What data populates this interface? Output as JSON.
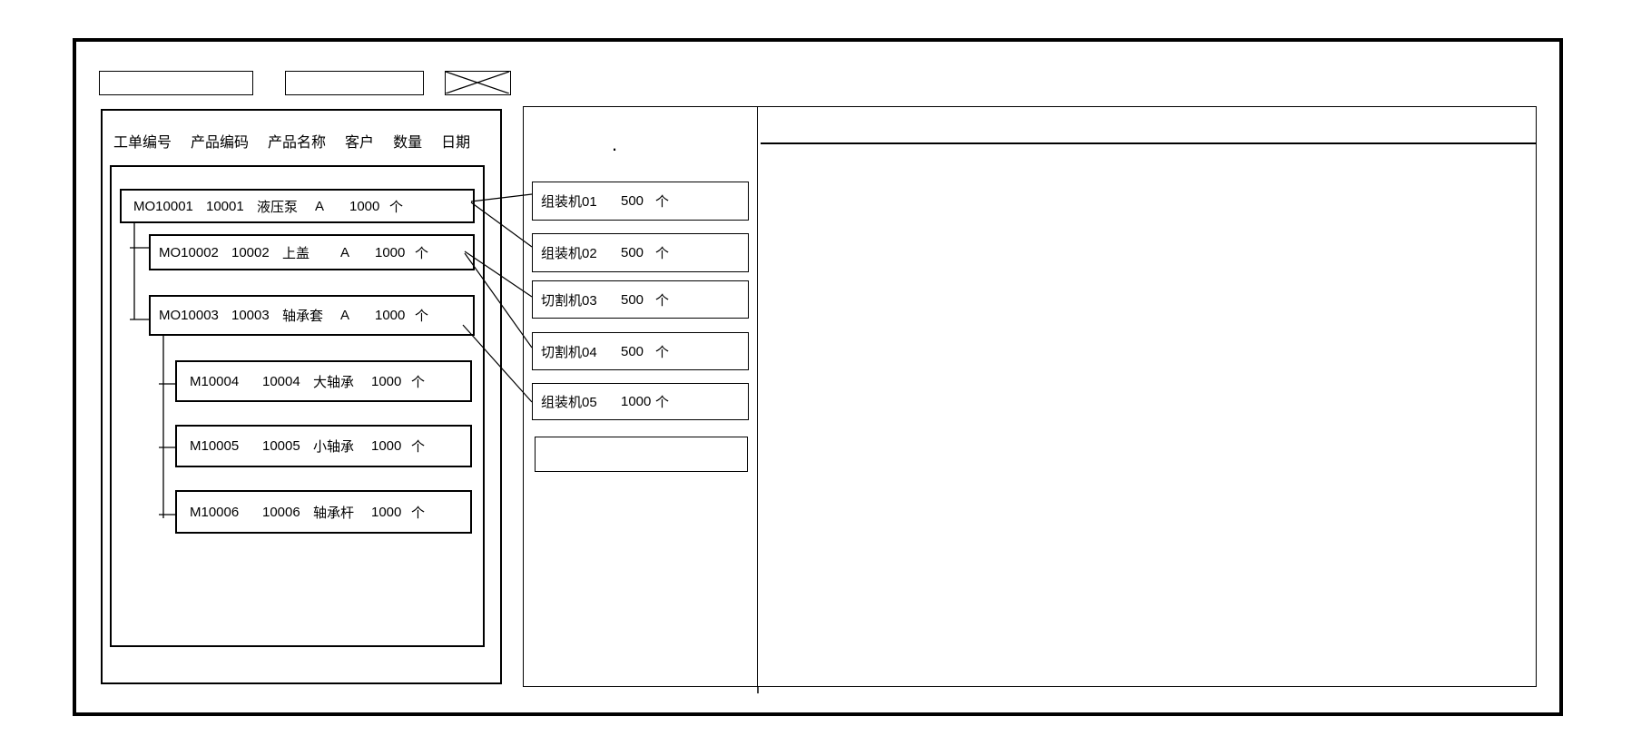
{
  "colors": {
    "stroke": "#000000",
    "background": "#ffffff"
  },
  "toolbar": {
    "field1_value": "",
    "field2_value": ""
  },
  "left_panel": {
    "columns": [
      "工单编号",
      "产品编码",
      "产品名称",
      "客户",
      "数量",
      "日期"
    ],
    "orders": [
      {
        "order_no": "MO10001",
        "product_code": "10001",
        "product_name": "液压泵",
        "customer": "A",
        "qty": "1000",
        "unit": "个",
        "level": 0
      },
      {
        "order_no": "MO10002",
        "product_code": "10002",
        "product_name": "上盖",
        "customer": "A",
        "qty": "1000",
        "unit": "个",
        "level": 1
      },
      {
        "order_no": "MO10003",
        "product_code": "10003",
        "product_name": "轴承套",
        "customer": "A",
        "qty": "1000",
        "unit": "个",
        "level": 1
      },
      {
        "order_no": "M10004",
        "product_code": "10004",
        "product_name": "大轴承",
        "customer": "",
        "qty": "1000",
        "unit": "个",
        "level": 2
      },
      {
        "order_no": "M10005",
        "product_code": "10005",
        "product_name": "小轴承",
        "customer": "",
        "qty": "1000",
        "unit": "个",
        "level": 2
      },
      {
        "order_no": "M10006",
        "product_code": "10006",
        "product_name": "轴承杆",
        "customer": "",
        "qty": "1000",
        "unit": "个",
        "level": 2
      }
    ]
  },
  "workcenter_panel": {
    "stray_mark": ".",
    "workcenters": [
      {
        "name": "组装机01",
        "qty": "500",
        "unit": "个"
      },
      {
        "name": "组装机02",
        "qty": "500",
        "unit": "个"
      },
      {
        "name": "切割机03",
        "qty": "500",
        "unit": "个"
      },
      {
        "name": "切割机04",
        "qty": "500",
        "unit": "个"
      },
      {
        "name": "组装机05",
        "qty": "1000",
        "unit": "个"
      },
      {
        "name": "",
        "qty": "",
        "unit": ""
      }
    ]
  },
  "links": [
    {
      "from": "MO10001",
      "to": "组装机01"
    },
    {
      "from": "MO10001",
      "to": "组装机02"
    },
    {
      "from": "MO10002",
      "to": "切割机03"
    },
    {
      "from": "MO10002",
      "to": "切割机04"
    },
    {
      "from": "MO10003",
      "to": "组装机05"
    }
  ],
  "right_panel": {
    "content": ""
  }
}
